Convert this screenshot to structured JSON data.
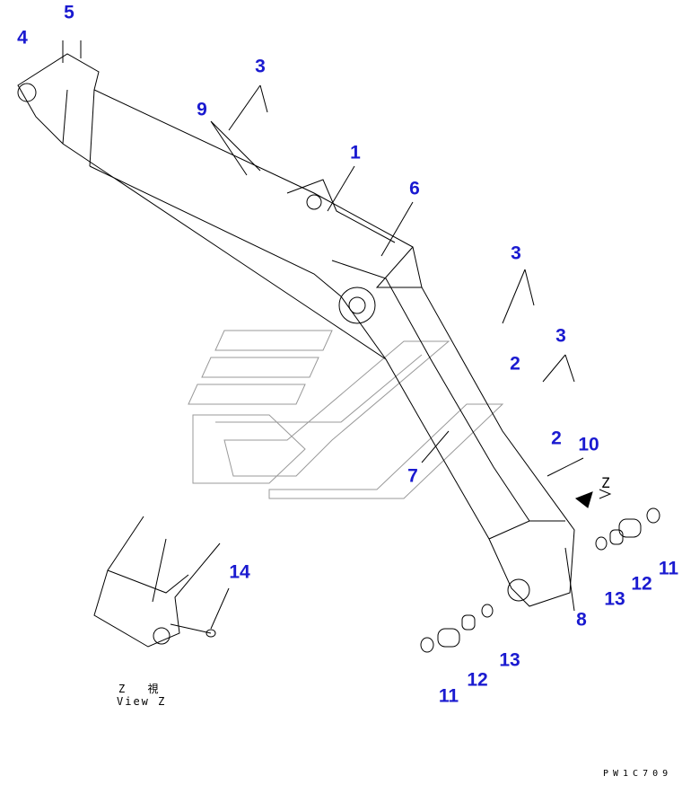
{
  "title": "Boom assembly parts diagram",
  "callouts": [
    "5",
    "4",
    "3",
    "9",
    "1",
    "6",
    "3",
    "2",
    "3",
    "2",
    "10",
    "7",
    "14",
    "8",
    "13",
    "12",
    "11",
    "13",
    "12",
    "11"
  ],
  "view_marker": "Z",
  "view_caption_jp": "Z 視",
  "view_caption_en": "View Z",
  "drawing_code": "PW1C709",
  "colors": {
    "callout": "#1a1ad0",
    "line": "#000000",
    "logo": "#888888"
  }
}
